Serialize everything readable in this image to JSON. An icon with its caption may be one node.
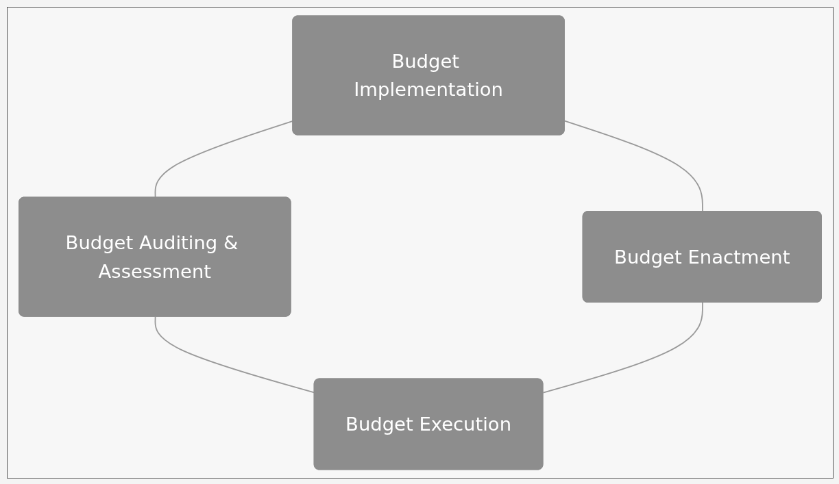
{
  "diagram": {
    "nodes": [
      {
        "text": [
          "Budget Implementation"
        ]
      },
      {
        "text": [
          "Budget Auditing & Assessment"
        ]
      },
      {
        "text": [
          "Budget Enactment"
        ]
      },
      {
        "text": [
          "Budget Execution"
        ]
      }
    ],
    "edges": [
      {
        "from": 0,
        "to": 1,
        "arrow": "none"
      },
      {
        "from": 0,
        "to": 2,
        "arrow": "none"
      },
      {
        "from": 1,
        "to": 3,
        "arrow": "none"
      },
      {
        "from": 2,
        "to": 3,
        "arrow": "none"
      }
    ]
  }
}
